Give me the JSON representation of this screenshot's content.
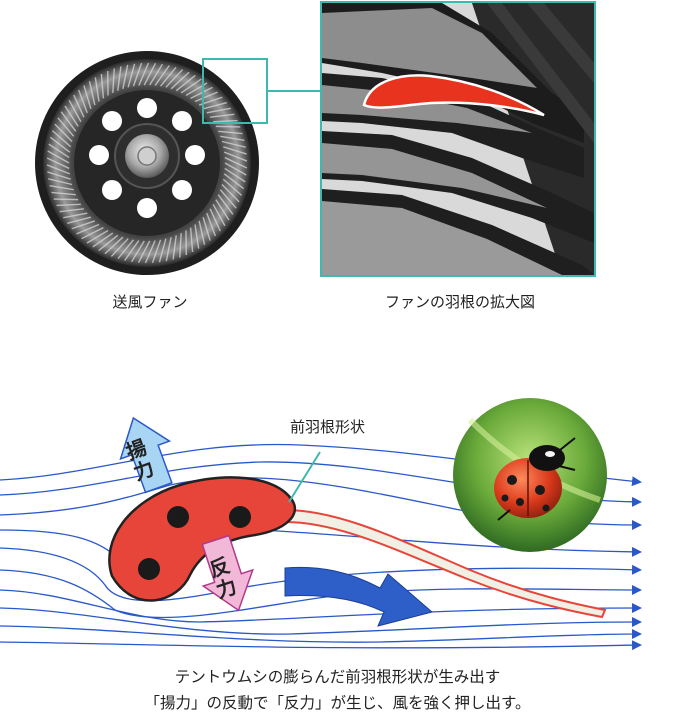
{
  "top": {
    "fan_caption": "送風ファン",
    "zoom_caption": "ファンの羽根の拡大図"
  },
  "diagram": {
    "wing_label": "前羽根形状",
    "lift_char_1": "揚",
    "lift_char_2": "力",
    "reaction_char_1": "反",
    "reaction_char_2": "力"
  },
  "bottom": {
    "line1": "テントウムシの膨らんだ前羽根形状が生み出す",
    "line2": "「揚力」の反動で「反力」が生じ、風を強く押し出す。"
  },
  "colors": {
    "teal": "#3fb8b0",
    "red_wing": "#e8453a",
    "flow_blue": "#2a58c9",
    "lift_arrow": "#a9d5f5",
    "reaction_arrow": "#f2b8d8"
  }
}
